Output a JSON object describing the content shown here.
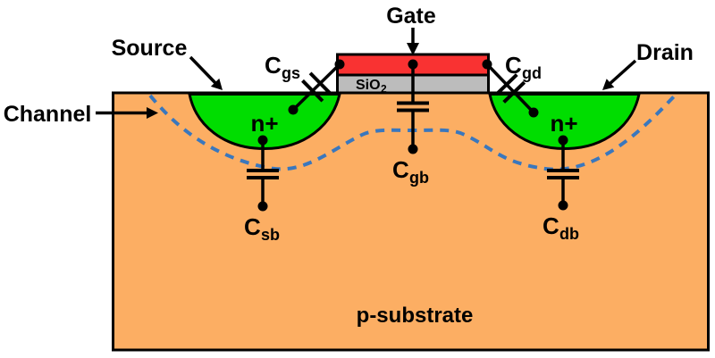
{
  "diagram": {
    "labels": {
      "gate": "Gate",
      "source": "Source",
      "drain": "Drain",
      "channel": "Channel",
      "substrate": "p-substrate",
      "source_region": "n+",
      "drain_region": "n+",
      "oxide_main": "SiO",
      "oxide_sub": "2",
      "capacitors": {
        "gs": {
          "main": "C",
          "sub": "gs"
        },
        "gd": {
          "main": "C",
          "sub": "gd"
        },
        "gb": {
          "main": "C",
          "sub": "gb"
        },
        "sb": {
          "main": "C",
          "sub": "sb"
        },
        "db": {
          "main": "C",
          "sub": "db"
        }
      }
    },
    "colors": {
      "background": "#ffffff",
      "substrate_fill": "#FCAE63",
      "n_region_fill": "#00DD00",
      "gate_fill": "#F93232",
      "oxide_fill": "#BCBCBC",
      "channel_line": "#3A77BD",
      "outline": "#000000"
    }
  }
}
